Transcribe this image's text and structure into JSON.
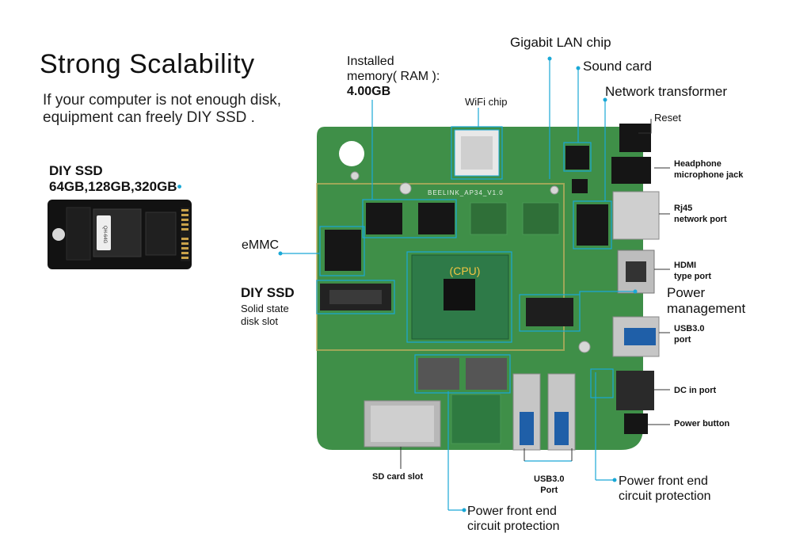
{
  "heading": {
    "title": "Strong Scalability",
    "description": "If your computer is not enough disk, equipment can freely DIY SSD ."
  },
  "ssd": {
    "title_line1": "DIY SSD",
    "title_line2": "64GB,128GB,320GB",
    "chip_label": "QH-64G"
  },
  "board": {
    "model": "BEELINK_AP34_V1.0",
    "cpu_label": "(CPU)",
    "pcb_color": "#3f8f48",
    "pcb_dark": "#2f7338",
    "accent": "#1aa8d6"
  },
  "labels": {
    "installed_line1": "Installed",
    "installed_line2": "memory( RAM ):",
    "installed_value": "4.00GB",
    "gigabit_lan": "Gigabit LAN chip",
    "sound_card": "Sound card",
    "network_transformer": "Network transformer",
    "wifi_chip": "WiFi chip",
    "reset": "Reset",
    "headphone_line1": "Headphone",
    "headphone_line2": "microphone jack",
    "rj45_line1": "Rj45",
    "rj45_line2": "network port",
    "emmc": "eMMC",
    "hdmi_line1": "HDMI",
    "hdmi_line2": "type port",
    "diy_ssd": "DIY SSD",
    "ssd_slot_line1": "Solid state",
    "ssd_slot_line2": "disk slot",
    "power_mgmt_line1": "Power",
    "power_mgmt_line2": "management",
    "usb30_right_line1": "USB3.0",
    "usb30_right_line2": "port",
    "dc_in": "DC in port",
    "power_button": "Power button",
    "sd_card": "SD card slot",
    "usb30_front_line1": "USB3.0",
    "usb30_front_line2": "Port",
    "pfe_right_line1": "Power front end",
    "pfe_right_line2": "circuit protection",
    "pfe_bottom_line1": "Power front end",
    "pfe_bottom_line2": "circuit protection"
  }
}
